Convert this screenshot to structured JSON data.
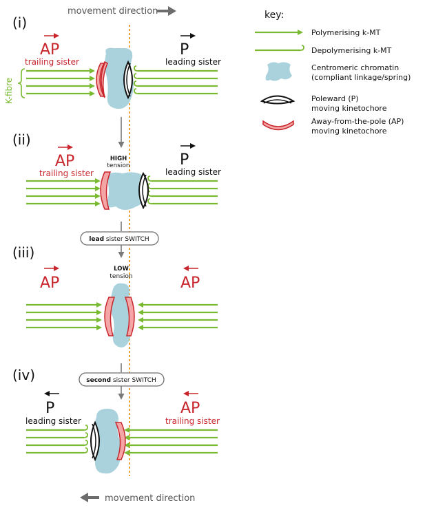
{
  "top": {
    "movement_label": "movement direction"
  },
  "bottom": {
    "movement_label": "movement direction"
  },
  "key": {
    "title": "key:",
    "polymerising": "Polymerising k-MT",
    "depolymerising": "Depolymerising k-MT",
    "chromatin_line1": "Centromeric chromatin",
    "chromatin_line2": "(compliant linkage/spring)",
    "poleward_line1": "Poleward (P)",
    "poleward_line2": "moving kinetochore",
    "ap_line1": "Away-from-the-pole (AP)",
    "ap_line2": "moving kinetochore"
  },
  "panels": {
    "i": {
      "label": "(i)",
      "left_state": "AP",
      "left_role": "trailing sister",
      "right_state": "P",
      "right_role": "leading sister",
      "kfibre": "K-fibre"
    },
    "ii": {
      "label": "(ii)",
      "left_state": "AP",
      "left_role": "trailing sister",
      "right_state": "P",
      "right_role": "leading sister",
      "tension_bold": "HIGH",
      "tension": "tension"
    },
    "iii": {
      "label": "(iii)",
      "left_state": "AP",
      "right_state": "AP",
      "tension_bold": "LOW",
      "tension": "tension"
    },
    "iv": {
      "label": "(iv)",
      "left_state": "P",
      "left_role": "leading sister",
      "right_state": "AP",
      "right_role": "trailing sister"
    }
  },
  "switches": {
    "lead": {
      "bold": "lead",
      "rest": " sister SWITCH"
    },
    "second": {
      "bold": "second",
      "rest": " sister SWITCH"
    }
  },
  "colors": {
    "microtubule": "#7aba31",
    "chromatin": "#a9d2dd",
    "ap_kinetochore": "#f4a6a6",
    "ap_outline": "#c8262c",
    "text_red": "#c8262c",
    "midline": "#f0a030",
    "arrow_grey": "#6d6d6d"
  }
}
